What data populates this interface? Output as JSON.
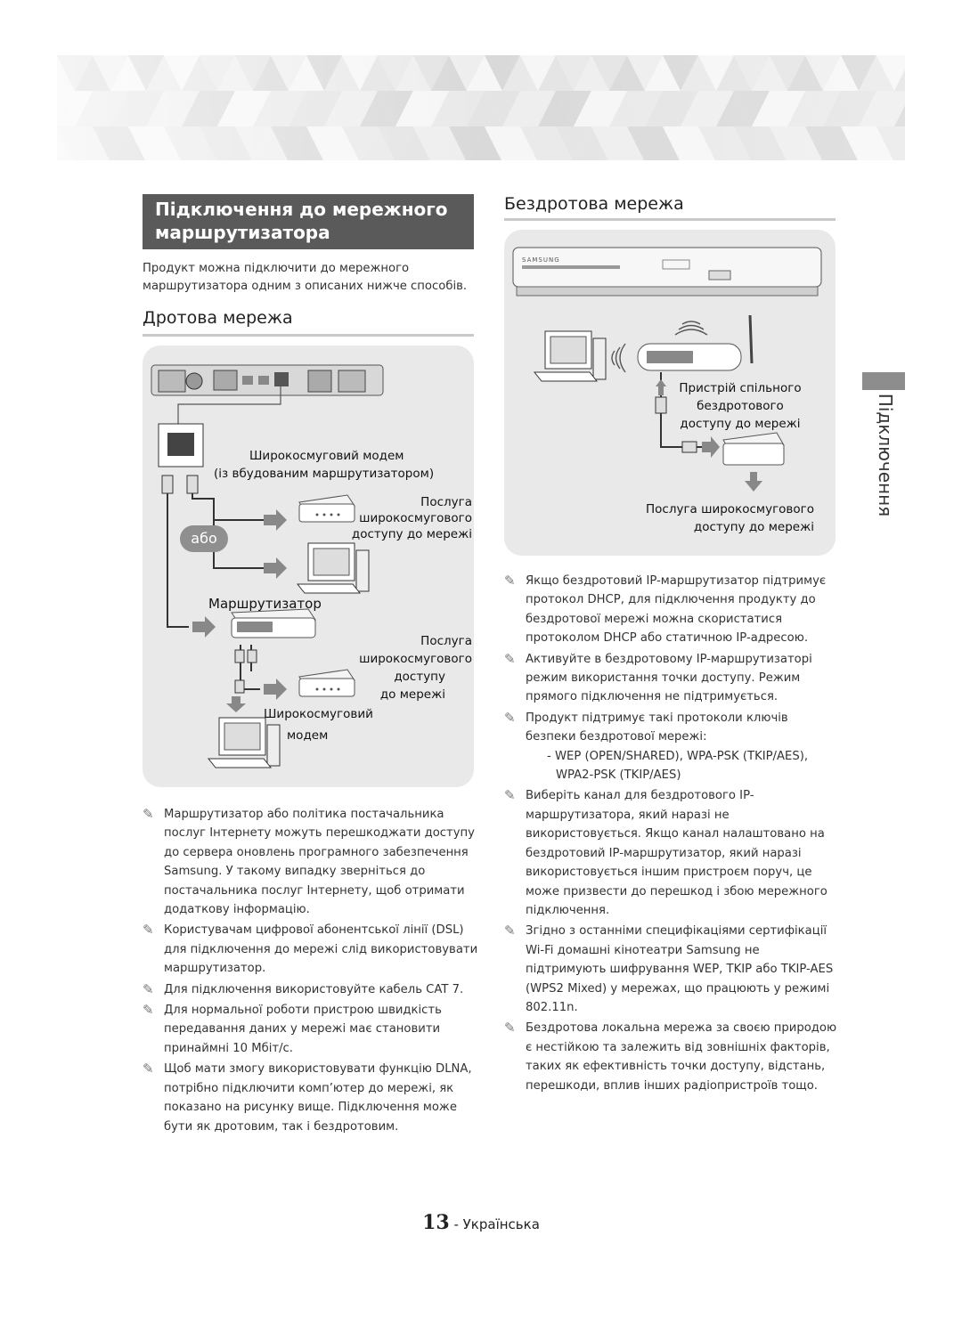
{
  "section_title": "Підключення до мережного маршрутизатора",
  "intro": "Продукт можна підключити до мережного маршрутизатора одним з описаних нижче способів.",
  "wired": {
    "heading": "Дротова мережа",
    "labels": {
      "modem_router": "Широкосмуговий модем",
      "modem_router2": "(із вбудованим маршрутизатором)",
      "service1_a": "Послуга",
      "service1_b": "широкосмугового",
      "service1_c": "доступу до мережі",
      "or": "або",
      "router": "Маршрутизатор",
      "service2_a": "Послуга",
      "service2_b": "широкосмугового",
      "service2_c": "доступу",
      "service2_d": "до мережі",
      "modem_a": "Широкосмуговий",
      "modem_b": "модем"
    },
    "notes": [
      "Маршрутизатор або політика постачальника послуг Інтернету можуть перешкоджати доступу до сервера оновлень програмного забезпечення Samsung. У такому випадку зверніться до постачальника послуг Інтернету, щоб отримати додаткову інформацію.",
      "Користувачам цифрової абонентської лінії (DSL) для підключення до мережі слід використовувати маршрутизатор.",
      "Для підключення використовуйте кабель CAT 7.",
      "Для нормальної роботи пристрою швидкість передавання даних у мережі має становити принаймні 10 Мбіт/с.",
      "Щоб мати змогу використовувати функцію DLNA, потрібно підключити комп’ютер до мережі, як показано на рисунку вище. Підключення може бути як дротовим, так і бездротовим."
    ]
  },
  "wireless": {
    "heading": "Бездротова мережа",
    "brand": "SAMSUNG",
    "labels": {
      "ap_a": "Пристрій спільного",
      "ap_b": "бездротового",
      "ap_c": "доступу до мережі",
      "service_a": "Послуга широкосмугового",
      "service_b": "доступу до мережі"
    },
    "notes": [
      "Якщо бездротовий IP-маршрутизатор підтримує протокол DHCP, для підключення продукту до бездротової мережі можна скористатися протоколом DHCP або статичною IP-адресою.",
      "Активуйте в бездротовому IP-маршрутизаторі режим використання точки доступу. Режим прямого підключення не підтримується.",
      "Продукт підтримує такі протоколи ключів безпеки бездротової мережі:",
      "Виберіть канал для бездротового IP-маршрутизатора, який наразі не використовується. Якщо канал налаштовано на бездротовий IP-маршрутизатор, який наразі використовується іншим пристроєм поруч, це може призвести до перешкод і збою мережного підключення.",
      "Згідно з останніми специфікаціями сертифікації Wi-Fi домашні кінотеатри Samsung не підтримують шифрування WEP, TKIP або TKIP-AES (WPS2 Mixed) у мережах, що працюють у режимі 802.11n.",
      "Бездротова локальна мережа за своєю природою є нестійкою та залежить від зовнішніх факторів, таких як ефективність точки доступу, відстань, перешкоди, вплив інших радіопристроїв тощо."
    ],
    "sublist": "- WEP (OPEN/SHARED), WPA-PSK (TKIP/AES), WPA2-PSK (TKIP/AES)"
  },
  "side_tab": "Підключення",
  "footer": {
    "page_number": "13",
    "language": "- Українська"
  }
}
